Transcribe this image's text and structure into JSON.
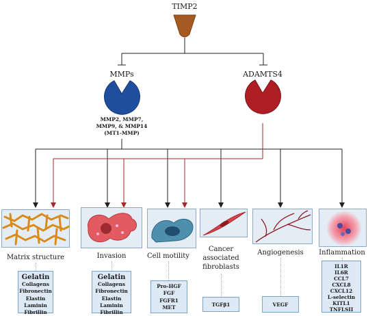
{
  "top": {
    "label": "TIMP2"
  },
  "branches": {
    "mmps": {
      "label": "MMPs",
      "members": [
        "MMP2, MMP7,",
        "MMP9, & MMP14",
        "(MT1-MMP)"
      ]
    },
    "adamts": {
      "label": "ADAMTS4"
    }
  },
  "outcomes": [
    {
      "key": "matrix",
      "label": [
        "Matrix structure"
      ],
      "list_header": "Gelatin",
      "items": [
        "Collagens",
        "Fibronectin",
        "Elastin",
        "Laminin",
        "Fibrillin"
      ]
    },
    {
      "key": "invasion",
      "label": [
        "Invasion"
      ],
      "list_header": "Gelatin",
      "items": [
        "Collagens",
        "Fibronectin",
        "Elastin",
        "Laminin",
        "Fibrillin"
      ]
    },
    {
      "key": "motility",
      "label": [
        "Cell motility"
      ],
      "list_header": "",
      "items": [
        "Pro-HGF",
        "FGF",
        "FGFR1",
        "MET"
      ]
    },
    {
      "key": "caf",
      "label": [
        "Cancer",
        "associated",
        "fibroblasts"
      ],
      "list_header": "",
      "items": [
        "TGFβ1"
      ]
    },
    {
      "key": "angio",
      "label": [
        "Angiogenesis"
      ],
      "list_header": "",
      "items": [
        "VEGF"
      ]
    },
    {
      "key": "inflam",
      "label": [
        "Inflammation"
      ],
      "list_header": "",
      "items": [
        "IL1R",
        "IL6R",
        "CCL7",
        "CXCL8",
        "CXCL12",
        "L-selectin",
        "KITL1",
        "TNFLSII"
      ]
    }
  ],
  "colors": {
    "timp": "#a55a22",
    "mmp": "#1f4f9c",
    "adamts": "#ad1f25",
    "black_arrow": "#222222",
    "red_arrow": "#a4272b",
    "panel_bg": "#e4edf6",
    "list_bg": "#dde9f5"
  }
}
